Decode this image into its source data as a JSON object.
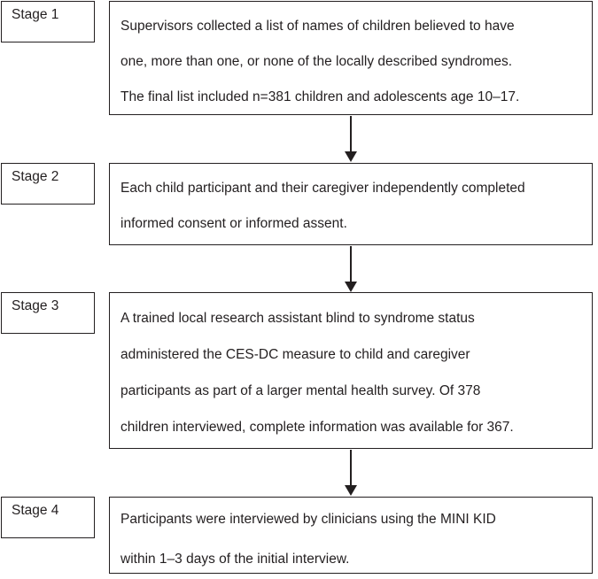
{
  "stages": [
    {
      "label": "Stage 1",
      "lines": [
        "Supervisors collected a list of names of children believed to have",
        "one, more than one, or none of the locally described syndromes.",
        "The final list included n=381 children and adolescents age 10–17."
      ]
    },
    {
      "label": "Stage 2",
      "lines": [
        "Each child participant and their caregiver independently completed",
        "informed consent or informed assent."
      ]
    },
    {
      "label": "Stage 3",
      "lines": [
        "A trained local research assistant blind to syndrome status",
        "administered the CES-DC measure to child and caregiver",
        "participants as part of a larger mental health survey. Of 378",
        "children interviewed, complete information was available for 367."
      ]
    },
    {
      "label": "Stage 4",
      "lines": [
        "Participants were interviewed by clinicians using the MINI KID",
        "within 1–3 days of the initial interview."
      ]
    }
  ],
  "colors": {
    "line": "#231f20",
    "text": "#231f20",
    "background": "#ffffff"
  }
}
